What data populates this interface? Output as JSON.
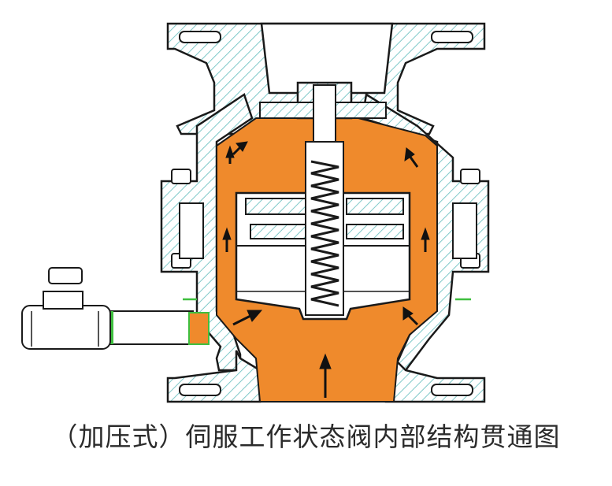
{
  "caption": "（加压式）伺服工作状态阀内部结构贯通图",
  "colors": {
    "flow_fluid": "#EF8A2C",
    "hatch_line": "#7FC9C9",
    "outline": "#1a1a1a",
    "seal_green": "#3FBF3F",
    "flow_arrow": "#111111"
  },
  "flow_arrows": [
    {
      "name": "inlet-flow-arrow",
      "direction": "up"
    },
    {
      "name": "left-chamber-up-arrow",
      "direction": "up"
    },
    {
      "name": "left-lower-arrow",
      "direction": "up"
    },
    {
      "name": "right-chamber-up-arrow",
      "direction": "up"
    },
    {
      "name": "upper-left-diagonal-arrow",
      "direction": "up-right"
    },
    {
      "name": "upper-right-diagonal-arrow",
      "direction": "up-left"
    },
    {
      "name": "lower-left-diagonal-arrow",
      "direction": "up-right"
    },
    {
      "name": "lower-right-diagonal-arrow",
      "direction": "up-left"
    }
  ]
}
